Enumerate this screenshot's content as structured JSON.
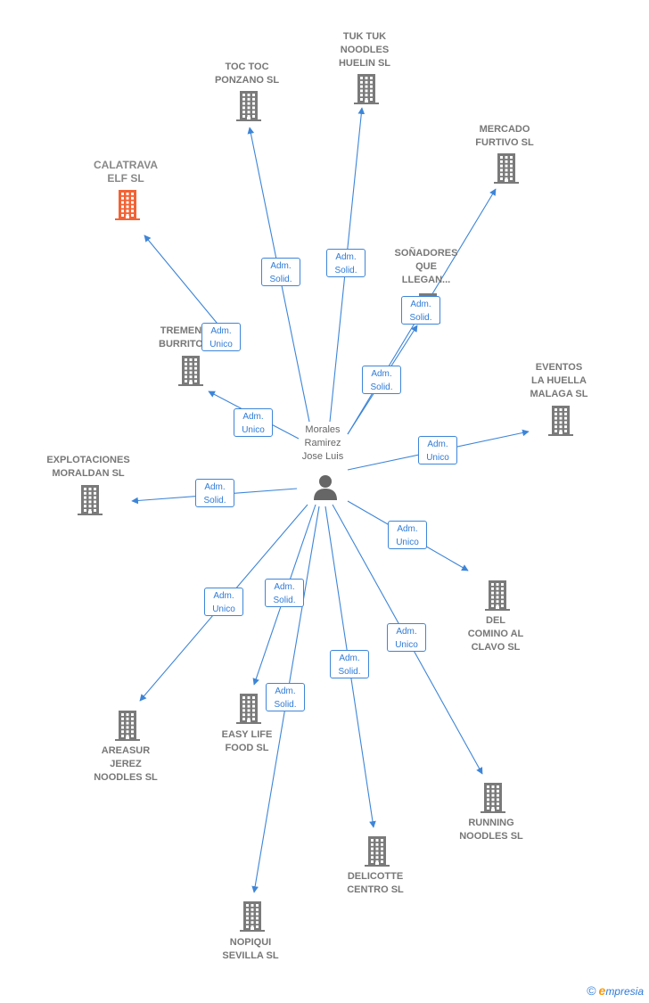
{
  "person": {
    "name": "Morales\nRamirez\nJose Luis",
    "icon": "person-icon"
  },
  "companies": [
    {
      "id": "calatrava",
      "label": "CALATRAVA\nELF  SL",
      "highlight": true,
      "color": "#f26234"
    },
    {
      "id": "toctoc",
      "label": "TOC TOC\nPONZANO  SL",
      "highlight": false,
      "color": "#7a7a7a"
    },
    {
      "id": "tuktuk",
      "label": "TUK TUK\nNOODLES\nHUELIN  SL",
      "highlight": false,
      "color": "#7a7a7a"
    },
    {
      "id": "mercado",
      "label": "MERCADO\nFURTIVO  SL",
      "highlight": false,
      "color": "#7a7a7a"
    },
    {
      "id": "sonadores",
      "label": "SOÑADORES\nQUE\nLLEGAN...",
      "highlight": false,
      "color": "#7a7a7a"
    },
    {
      "id": "tremen",
      "label": "TREMEN\nBURRITO",
      "highlight": false,
      "color": "#7a7a7a"
    },
    {
      "id": "eventos",
      "label": "EVENTOS\nLA HUELLA\nMALAGA  SL",
      "highlight": false,
      "color": "#7a7a7a"
    },
    {
      "id": "explotaciones",
      "label": "EXPLOTACIONES\nMORALDAN  SL",
      "highlight": false,
      "color": "#7a7a7a"
    },
    {
      "id": "delcomino",
      "label": "DEL\nCOMINO AL\nCLAVO  SL",
      "highlight": false,
      "color": "#7a7a7a"
    },
    {
      "id": "areasur",
      "label": "AREASUR\nJEREZ\nNOODLES  SL",
      "highlight": false,
      "color": "#7a7a7a"
    },
    {
      "id": "easylife",
      "label": "EASY LIFE\nFOOD  SL",
      "highlight": false,
      "color": "#7a7a7a"
    },
    {
      "id": "running",
      "label": "RUNNING\nNOODLES  SL",
      "highlight": false,
      "color": "#7a7a7a"
    },
    {
      "id": "delicotte",
      "label": "DELICOTTE\nCENTRO  SL",
      "highlight": false,
      "color": "#7a7a7a"
    },
    {
      "id": "nopiqui",
      "label": "NOPIQUI\nSEVILLA  SL",
      "highlight": false,
      "color": "#7a7a7a"
    }
  ],
  "edges": [
    {
      "target": "calatrava",
      "role": [
        "Adm.",
        "Unico"
      ]
    },
    {
      "target": "toctoc",
      "role": [
        "Adm.",
        "Solid."
      ]
    },
    {
      "target": "tuktuk",
      "role": [
        "Adm.",
        "Solid."
      ]
    },
    {
      "target": "mercado",
      "role": [
        "Adm.",
        "Solid."
      ]
    },
    {
      "target": "sonadores",
      "role": [
        "Adm.",
        "Solid."
      ]
    },
    {
      "target": "tremen",
      "role": [
        "Adm.",
        "Unico"
      ]
    },
    {
      "target": "eventos",
      "role": [
        "Adm.",
        "Unico"
      ]
    },
    {
      "target": "explotaciones",
      "role": [
        "Adm.",
        "Solid."
      ]
    },
    {
      "target": "delcomino",
      "role": [
        "Adm.",
        "Unico"
      ]
    },
    {
      "target": "areasur",
      "role": [
        "Adm.",
        "Unico"
      ]
    },
    {
      "target": "easylife",
      "role": [
        "Adm.",
        "Solid."
      ]
    },
    {
      "target": "running",
      "role": [
        "Adm.",
        "Unico"
      ]
    },
    {
      "target": "delicotte",
      "role": [
        "Adm.",
        "Solid."
      ]
    },
    {
      "target": "nopiqui",
      "role": [
        "Adm.",
        "Solid."
      ]
    }
  ],
  "colors": {
    "edge": "#3d85d8",
    "building": "#7a7a7a",
    "building_highlight": "#f26234",
    "person": "#666666"
  },
  "brand": {
    "copyright": "©",
    "e_letter": "e",
    "name": "mpresia"
  }
}
